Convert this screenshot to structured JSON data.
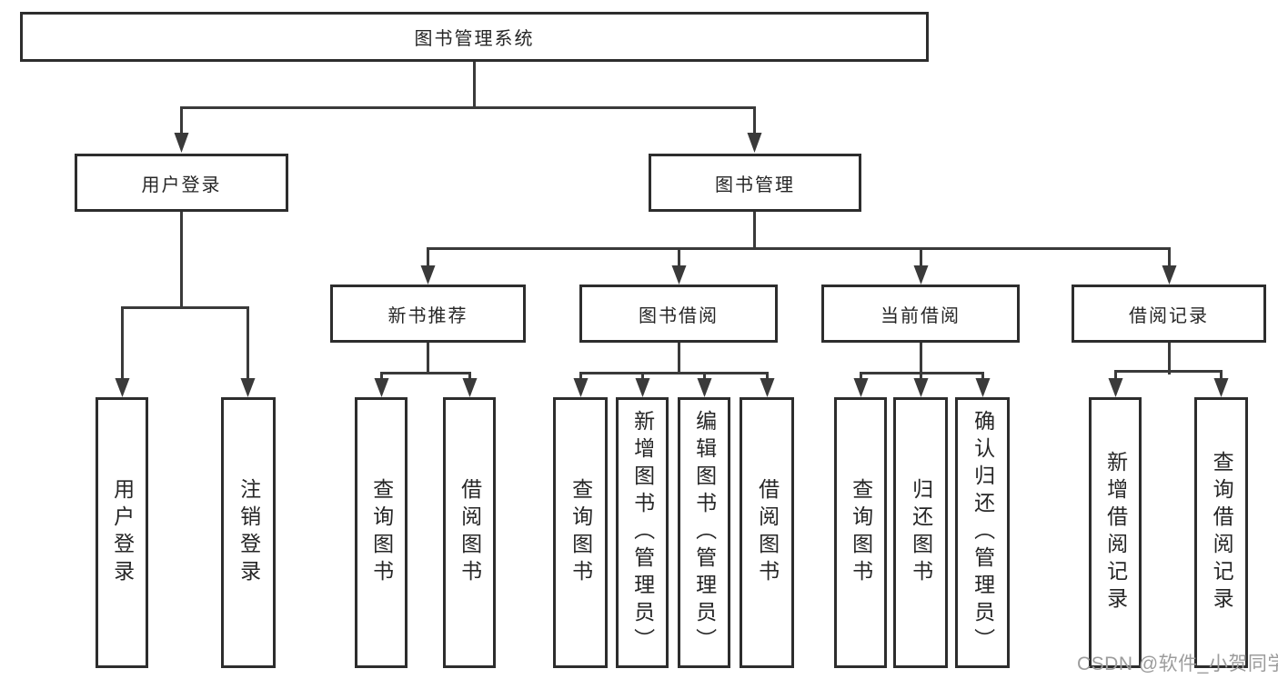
{
  "diagram": {
    "root": {
      "label": "图书管理系统",
      "children": [
        {
          "label": "用户登录",
          "children": [
            {
              "label": "用户登录"
            },
            {
              "label": "注销登录"
            }
          ]
        },
        {
          "label": "图书管理",
          "children": [
            {
              "label": "新书推荐",
              "children": [
                {
                  "label": "查询图书"
                },
                {
                  "label": "借阅图书"
                }
              ]
            },
            {
              "label": "图书借阅",
              "children": [
                {
                  "label": "查询图书"
                },
                {
                  "label": "新增图书（管理员）"
                },
                {
                  "label": "编辑图书（管理员）"
                },
                {
                  "label": "借阅图书"
                }
              ]
            },
            {
              "label": "当前借阅",
              "children": [
                {
                  "label": "查询图书"
                },
                {
                  "label": "归还图书"
                },
                {
                  "label": "确认归还（管理员）"
                }
              ]
            },
            {
              "label": "借阅记录",
              "children": [
                {
                  "label": "新增借阅记录"
                },
                {
                  "label": "查询借阅记录"
                }
              ]
            }
          ]
        }
      ]
    }
  },
  "watermark": {
    "text": "CSDN @软件_小贺同学",
    "color": "#9c9c9c"
  },
  "colors": {
    "line": "#3a3a3a",
    "box_border": "#2d2d2d",
    "text": "#262626",
    "background": "#ffffff"
  }
}
